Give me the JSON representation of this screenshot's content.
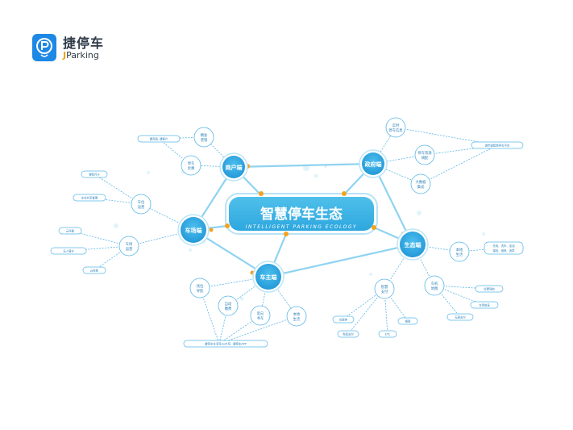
{
  "logo": {
    "title": "捷停车",
    "sub_prefix": "J",
    "sub_rest": "Parking",
    "brand_color": "#1e88e5",
    "accent_color": "#f4a21c"
  },
  "center": {
    "title": "智慧停车生态",
    "subtitle": "INTELLIGENT PARKING ECOLOGY"
  },
  "main_nodes": {
    "merchant": "商户端",
    "government": "政府端",
    "parking_lot": "车场端",
    "owner": "车主端",
    "ecology": "生态端"
  },
  "merchant_sub": {
    "parking_marketing": [
      "精准",
      "营销"
    ],
    "parking_discount": [
      "停车",
      "优惠"
    ]
  },
  "merchant_leaf": "建商扇, 建客户",
  "government_sub": {
    "realtime_info": [
      "实时",
      "停车信息"
    ],
    "resource_dispatch": [
      "停车资源",
      "调配"
    ],
    "big_data": [
      "大数据",
      "集成"
    ]
  },
  "government_leaf": "城市级智慧停车平台",
  "lot_sub": {
    "space_operation": [
      "车位",
      "运营"
    ],
    "lot_operation": [
      "车场",
      "运营"
    ]
  },
  "lot_leaf": {
    "timed_rent": "弹性月卡",
    "space_sharing": "车位共享管理",
    "cloud_hosting": "云托管",
    "unattended": "无人值守",
    "payment_system": "云收费"
  },
  "owner_sub": {
    "find_parking": [
      "找位",
      "导航"
    ],
    "auto_pay": [
      "自动",
      "缴费"
    ],
    "reverse_car": [
      "反向",
      "寻车"
    ],
    "local_life": [
      "本地",
      "生活"
    ]
  },
  "owner_leaf": "捷停车生活号/公众号、捷停车APP",
  "ecology_sub": {
    "local_life": [
      "本地",
      "生活"
    ],
    "smart_pay": [
      "智慧",
      "支付"
    ],
    "car_map": [
      "车机",
      "地图"
    ]
  },
  "ecology_leaf": {
    "services": "充电、洗车、加油",
    "services2": "保险、维修、违章",
    "parking_coupon": "优惠券",
    "alipay": "免密支付",
    "etc": "ETC",
    "bank": "银联",
    "location_nav": "位置导航",
    "road_parking": "车场信息",
    "no_feel_pay": "无感支付"
  }
}
